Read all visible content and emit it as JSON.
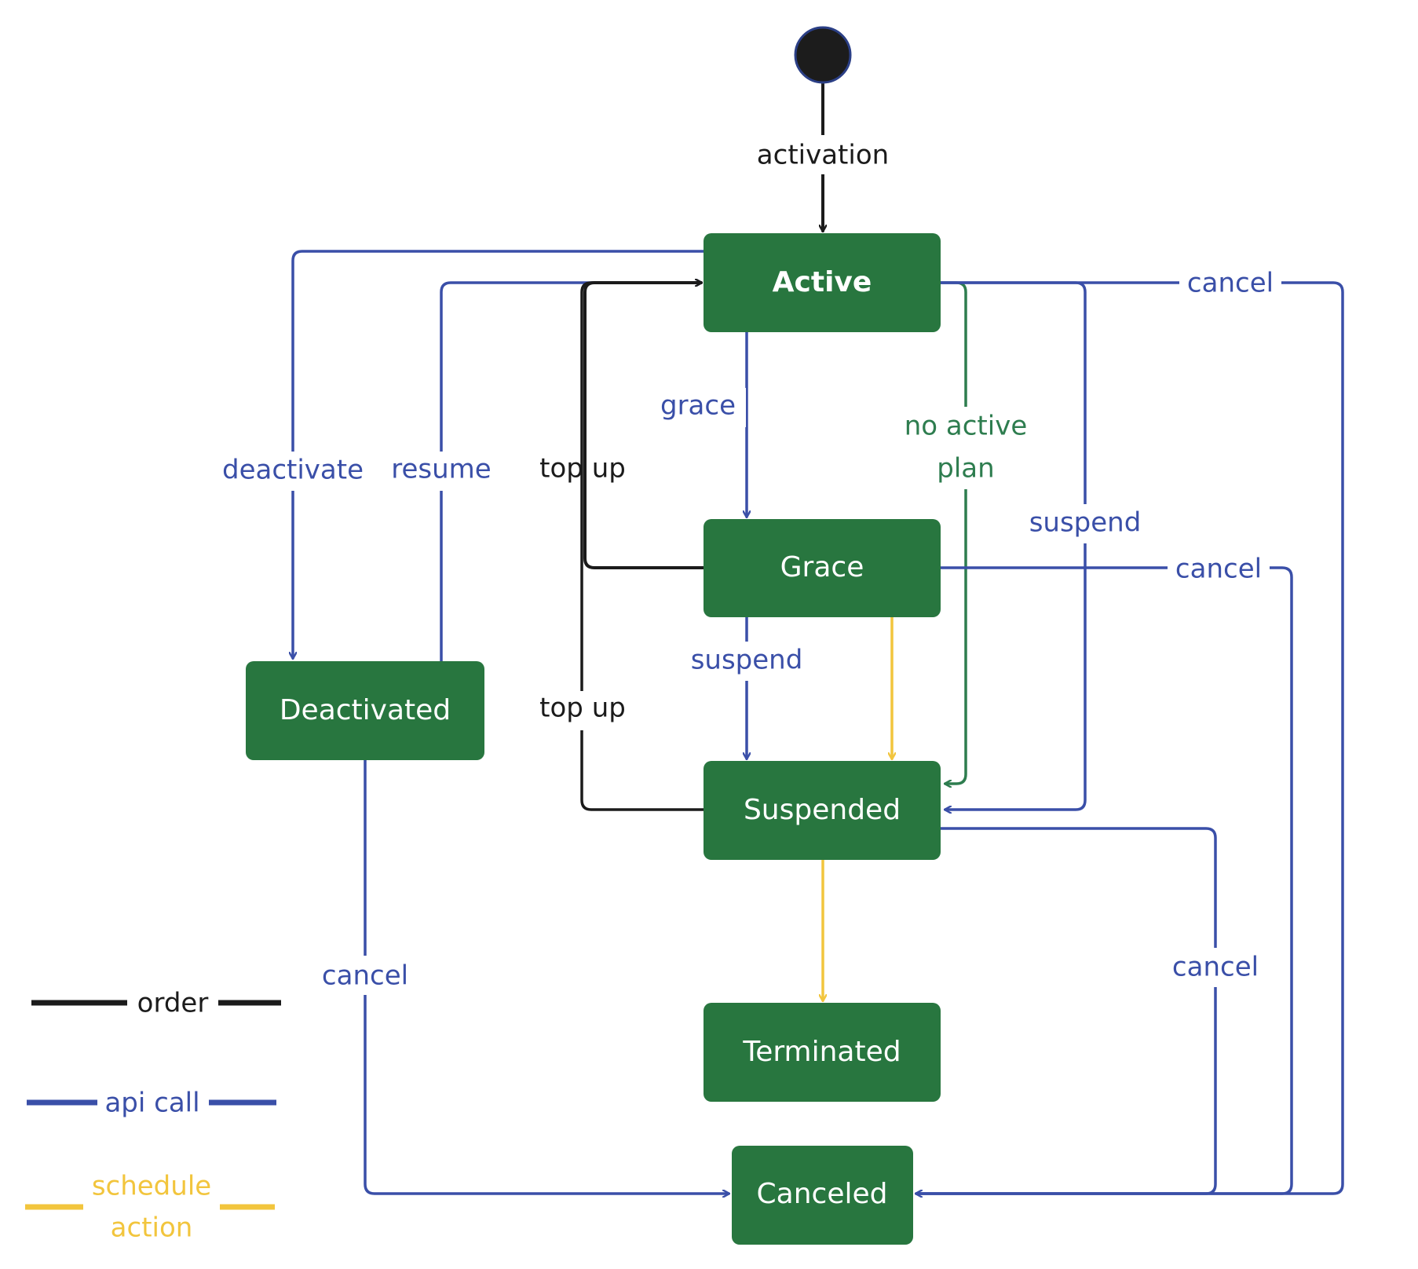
{
  "colors": {
    "state_fill": "#28763F",
    "order": "#1b1b1b",
    "api_call": "#3a4fa8",
    "schedule_action": "#f2c53d",
    "no_active_plan": "#2e7d4f",
    "start_node": "#1c1c1c"
  },
  "states": {
    "active": "Active",
    "grace": "Grace",
    "deactivated": "Deactivated",
    "suspended": "Suspended",
    "terminated": "Terminated",
    "canceled": "Canceled"
  },
  "transitions": {
    "activation": "activation",
    "deactivate": "deactivate",
    "resume": "resume",
    "top_up_grace": "top up",
    "top_up_suspended": "top up",
    "grace": "grace",
    "no_active_plan_line1": "no active",
    "no_active_plan_line2": "plan",
    "suspend_active": "suspend",
    "suspend_grace": "suspend",
    "cancel_active": "cancel",
    "cancel_grace": "cancel",
    "cancel_suspended": "cancel",
    "cancel_deactivated": "cancel"
  },
  "legend": {
    "order": "order",
    "api_call": "api call",
    "schedule_action_line1": "schedule",
    "schedule_action_line2": "action"
  }
}
